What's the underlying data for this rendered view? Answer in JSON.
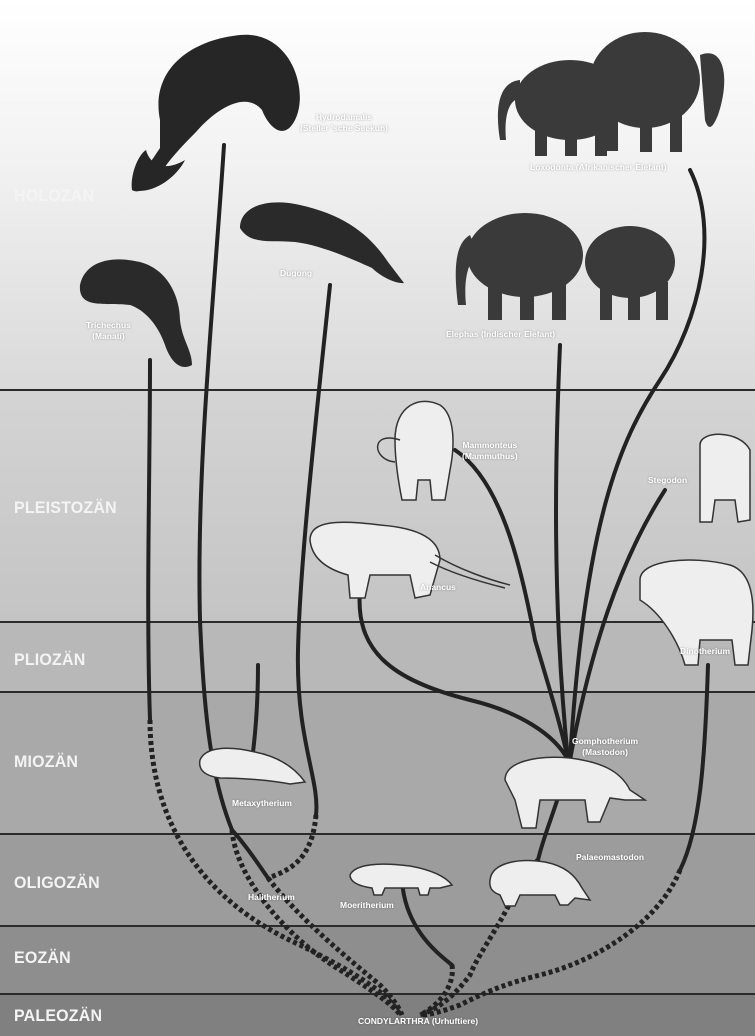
{
  "epochs": {
    "holozaen": "HOLOZÄN",
    "pleistozaen": "PLEISTOZÄN",
    "pliozaen": "PLIOZÄN",
    "miozaen": "MIOZÄN",
    "oligozaen": "OLIGOZÄN",
    "eozaen": "EOZÄN",
    "paleozaen": "PALEOZÄN"
  },
  "taxa": {
    "hydrodamalis": {
      "name": "Hydrodamalis",
      "common": "(Steller 'sche Seekuh)"
    },
    "loxodonta": {
      "name": "Loxodonta (Afrikanischer Elefant)"
    },
    "dugong": {
      "name": "Dugong"
    },
    "trichechus": {
      "name": "Trichechus",
      "common": "(Manati)"
    },
    "elephas": {
      "name": "Elephas (Indischer Elefant)"
    },
    "mammonteus": {
      "name": "Mammonteus",
      "common": "(Mammuthus)"
    },
    "stegodon": {
      "name": "Stegodon"
    },
    "anancus": {
      "name": "Anancus"
    },
    "dinotherium": {
      "name": "Dinotherium"
    },
    "gomphotherium": {
      "name": "Gomphotherium",
      "common": "(Mastodon)"
    },
    "metaxytherium": {
      "name": "Metaxytherium"
    },
    "palaeomastodon": {
      "name": "Palaeomastodon"
    },
    "halitherium": {
      "name": "Halitherium"
    },
    "moeritherium": {
      "name": "Moeritherium"
    },
    "condylarthra": {
      "name": "CONDYLARTHRA (Urhuftiere)"
    }
  },
  "colors": {
    "background": "#ffffff",
    "band_holozaen": "#dcdcdc",
    "band_pleistozaen": "#cfcfcf",
    "band_pliozaen": "#b9b9b9",
    "band_miozaen": "#a9a9a9",
    "band_oligozaen": "#9a9a9a",
    "band_eozaen": "#8c8c8c",
    "band_paleozaen": "#7e7e7e",
    "lineage": "#222222",
    "animal_dark": "#262626",
    "animal_light": "#eeeeee"
  }
}
